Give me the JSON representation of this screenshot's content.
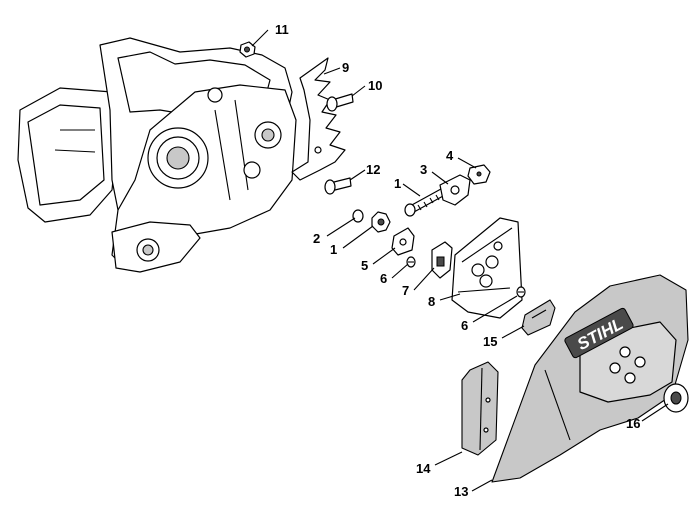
{
  "brand_logo_text": "STIHL",
  "callouts": [
    {
      "id": "c11",
      "label": "11"
    },
    {
      "id": "c9",
      "label": "9"
    },
    {
      "id": "c10",
      "label": "10"
    },
    {
      "id": "c12",
      "label": "12"
    },
    {
      "id": "c4",
      "label": "4"
    },
    {
      "id": "c3",
      "label": "3"
    },
    {
      "id": "c1a",
      "label": "1"
    },
    {
      "id": "c2",
      "label": "2"
    },
    {
      "id": "c1b",
      "label": "1"
    },
    {
      "id": "c5",
      "label": "5"
    },
    {
      "id": "c6a",
      "label": "6"
    },
    {
      "id": "c7",
      "label": "7"
    },
    {
      "id": "c8",
      "label": "8"
    },
    {
      "id": "c6b",
      "label": "6"
    },
    {
      "id": "c15",
      "label": "15"
    },
    {
      "id": "c16",
      "label": "16"
    },
    {
      "id": "c14",
      "label": "14"
    },
    {
      "id": "c13",
      "label": "13"
    }
  ],
  "colors": {
    "line": "#000000",
    "shade": "#c8c8c8",
    "background": "#ffffff"
  }
}
